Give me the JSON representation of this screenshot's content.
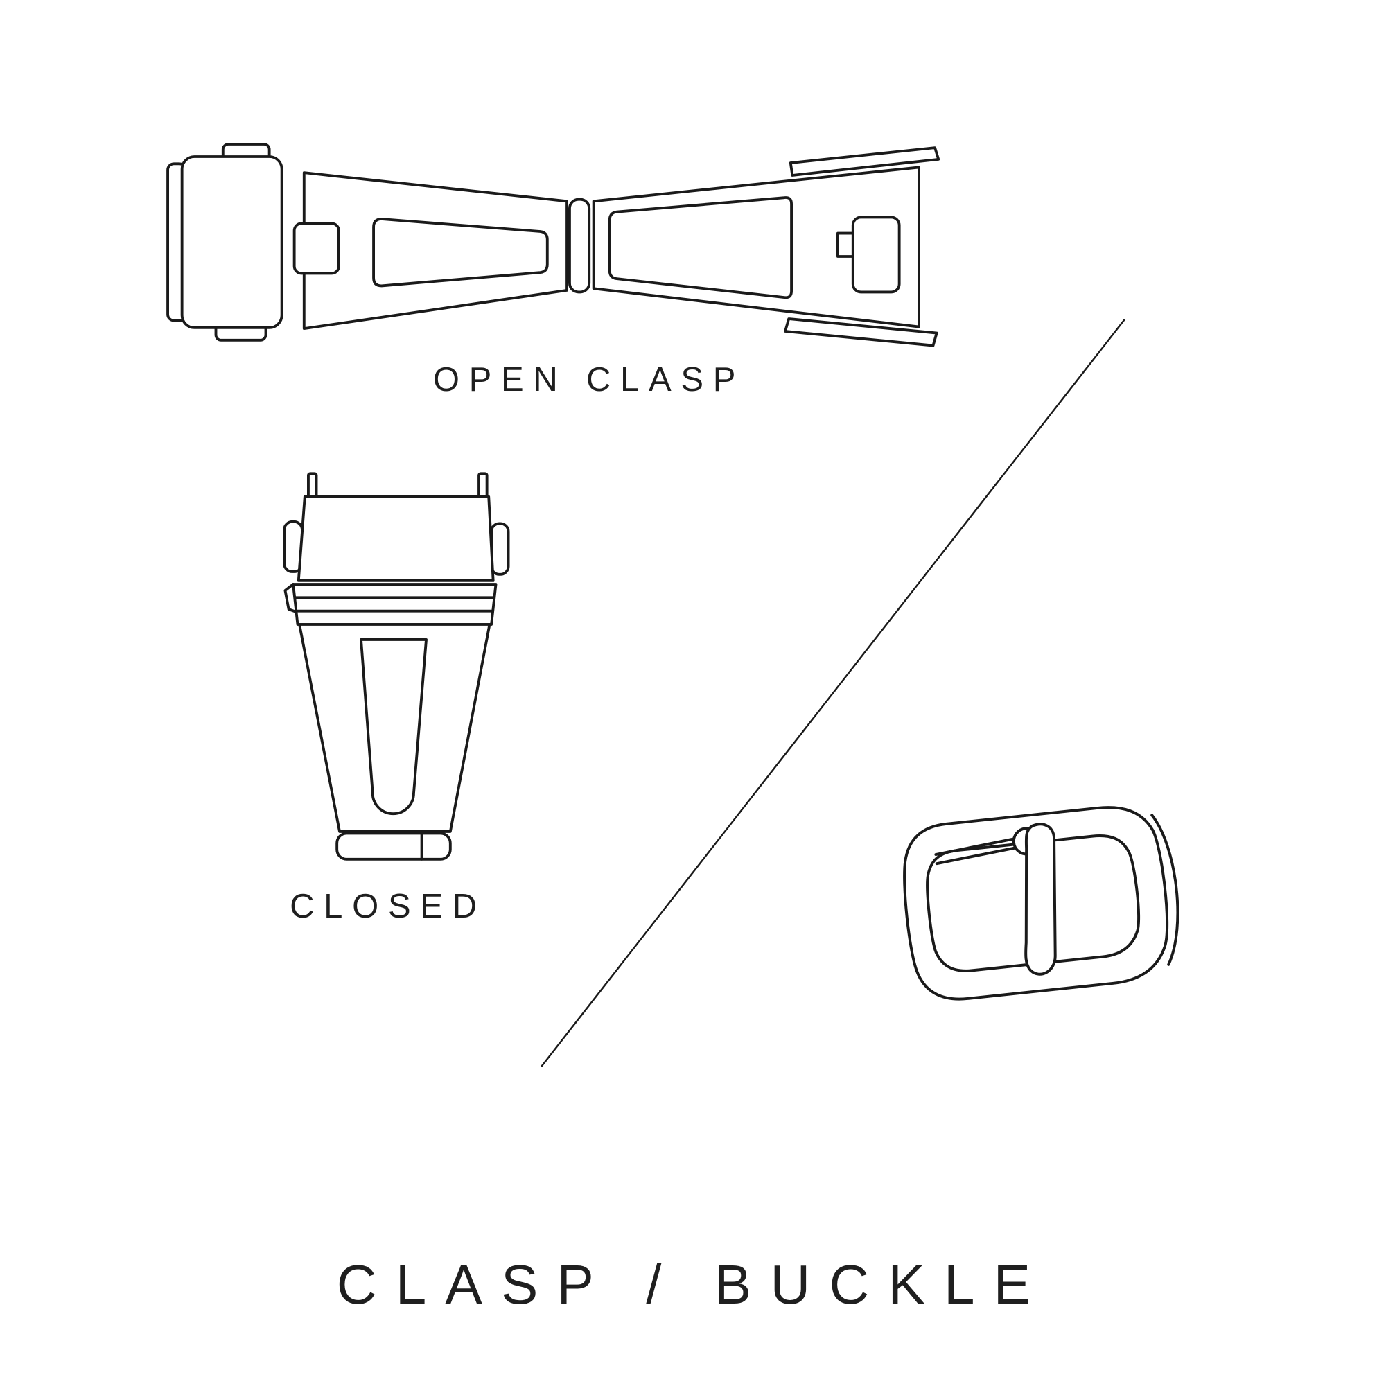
{
  "canvas": {
    "background": "#ffffff",
    "line_color": "#1a1a1a",
    "text_color": "#1f1f1f"
  },
  "figures": {
    "open_clasp": {
      "label": "OPEN CLASP"
    },
    "closed_clasp": {
      "label": "CLOSED"
    }
  },
  "title": "CLASP / BUCKLE"
}
